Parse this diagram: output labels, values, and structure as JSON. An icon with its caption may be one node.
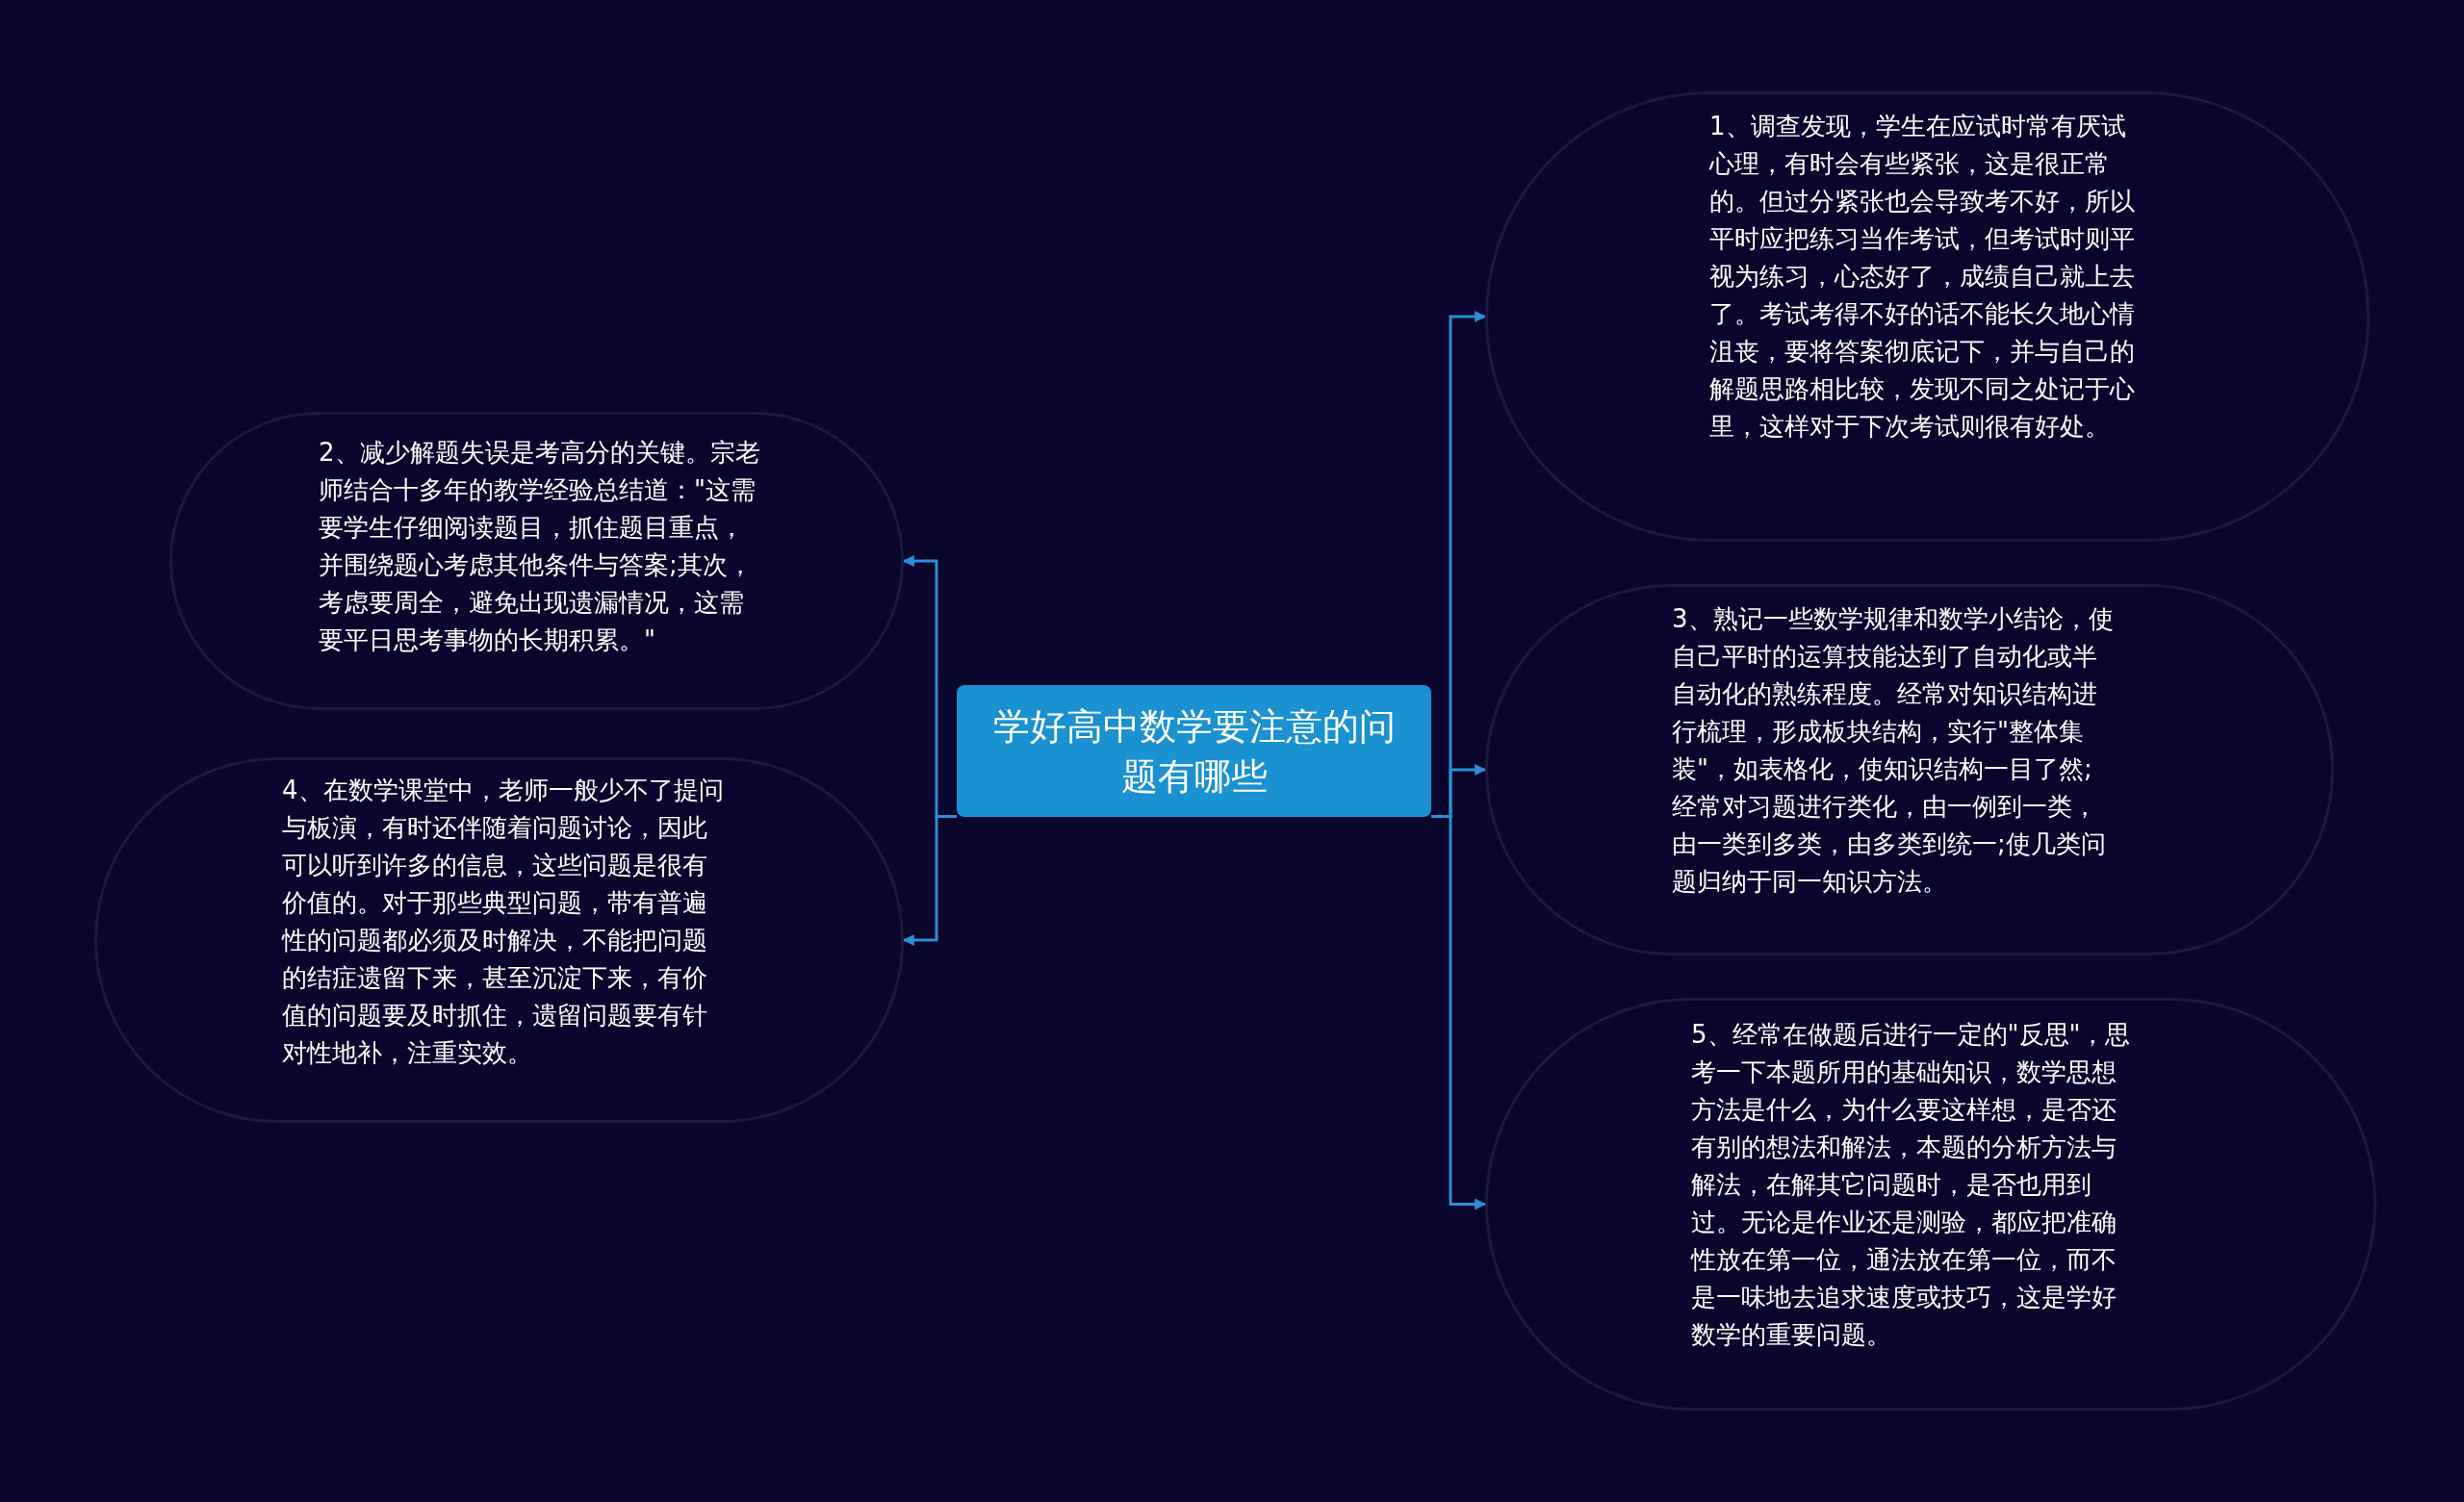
{
  "diagram": {
    "nodes": [
      {
        "text": [
          "学好高中数学要注意的问题有哪些"
        ]
      },
      {
        "text": [
          "1、调查发现，学生在应试时常有厌试心理，有时会有些紧张，这是很正常的。但过分紧张也会导致考不好，所以平时应把练习当作考试，但考试时则平视为练习，心态好了，成绩自己就上去了。考试考得不好的话不能长久地心情沮丧，要将答案彻底记下，并与自己的解题思路相比较，发现不同之处记于心里，这样对于下次考试则很有好处。"
        ]
      },
      {
        "text": [
          "2、减少解题失误是考高分的关键。宗老师结合十多年的教学经验总结道：\"这需要学生仔细阅读题目，抓住题目重点，并围绕题心考虑其他条件与答案;其次，考虑要周全，避免出现遗漏情况，这需要平日思考事物的长期积累。\""
        ]
      },
      {
        "text": [
          "3、熟记一些数学规律和数学小结论，使自己平时的运算技能达到了自动化或半自动化的熟练程度。经常对知识结构进行梳理，形成板块结构，实行\"整体集装\"，如表格化，使知识结构一目了然;经常对习题进行类化，由一例到一类，由一类到多类，由多类到统一;使几类问题归纳于同一知识方法。"
        ]
      },
      {
        "text": [
          "4、在数学课堂中，老师一般少不了提问与板演，有时还伴随着问题讨论，因此可以听到许多的信息，这些问题是很有价值的。对于那些典型问题，带有普遍性的问题都必须及时解决，不能把问题的结症遗留下来，甚至沉淀下来，有价值的问题要及时抓住，遗留问题要有针对性地补，注重实效。"
        ]
      },
      {
        "text": [
          "5、经常在做题后进行一定的\"反思\"，思考一下本题所用的基础知识，数学思想方法是什么，为什么要这样想，是否还有别的想法和解法，本题的分析方法与解法，在解其它问题时，是否也用到过。无论是作业还是测验，都应把准确性放在第一位，通法放在第一位，而不是一味地去追求速度或技巧，这是学好数学的重要问题。"
        ]
      }
    ],
    "edges": [
      {
        "from": 0,
        "to": 1,
        "arrow": "to"
      },
      {
        "from": 0,
        "to": 2,
        "arrow": "to"
      },
      {
        "from": 0,
        "to": 3,
        "arrow": "to"
      },
      {
        "from": 0,
        "to": 4,
        "arrow": "to"
      },
      {
        "from": 0,
        "to": 5,
        "arrow": "to"
      }
    ]
  }
}
